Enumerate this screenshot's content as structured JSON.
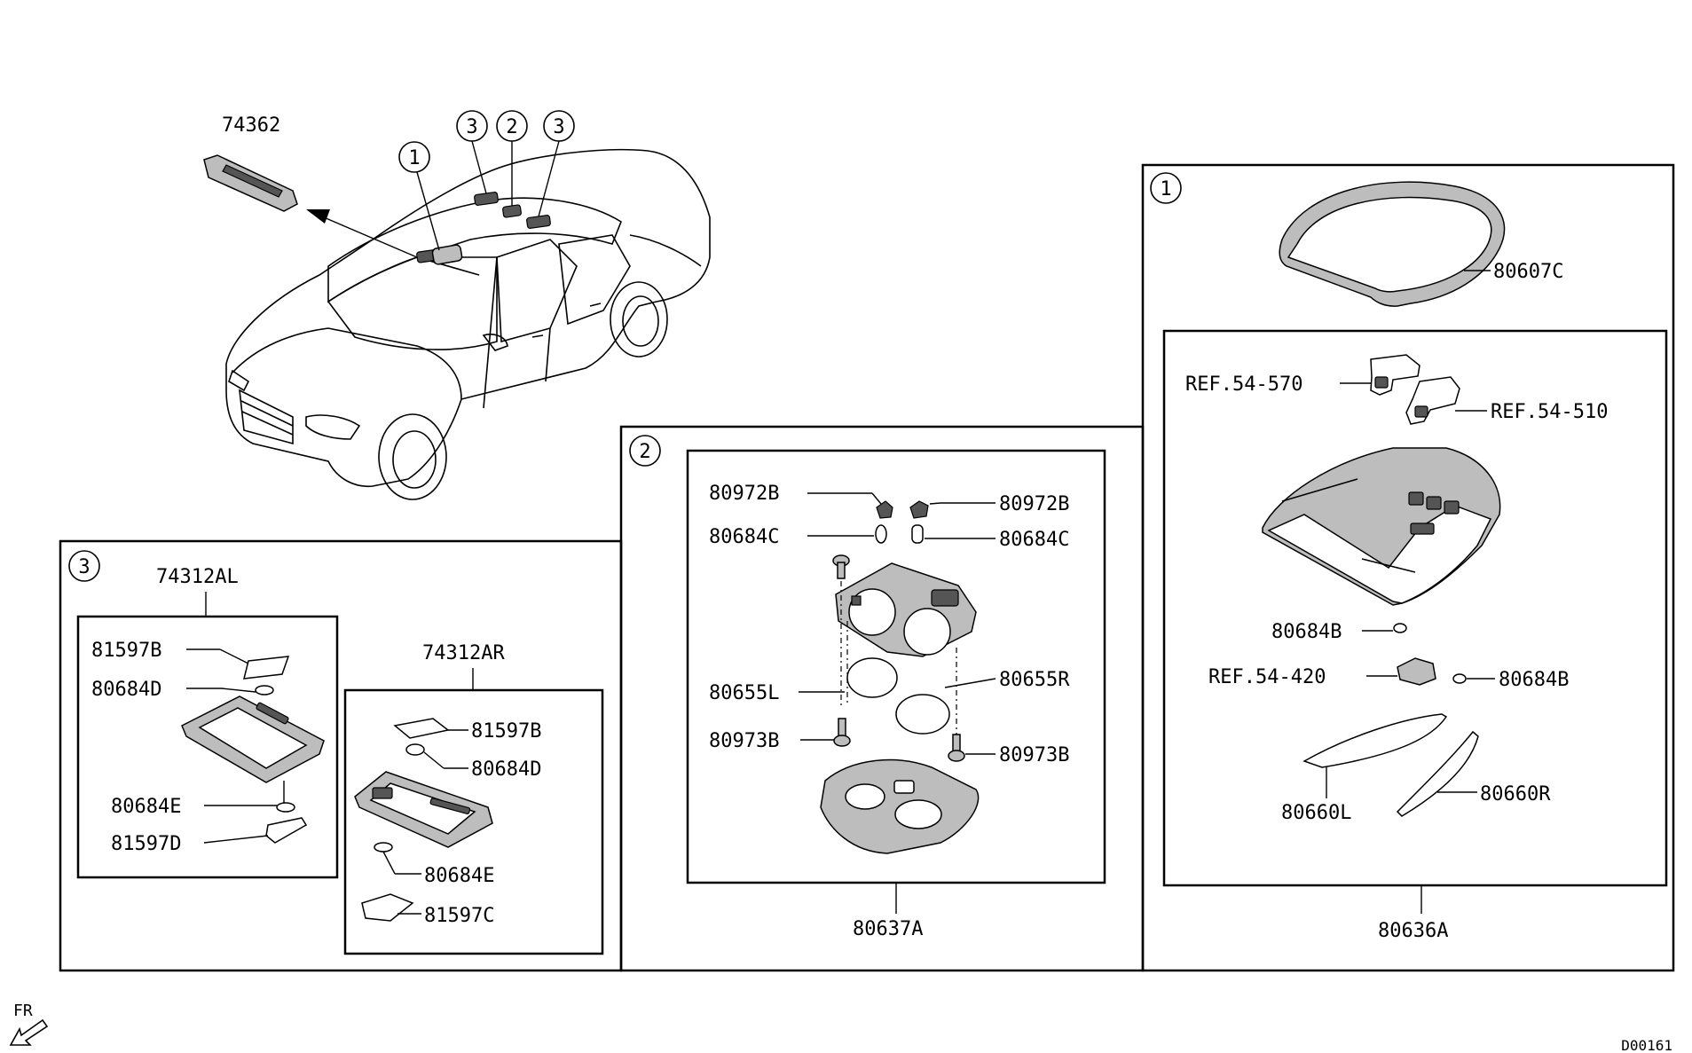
{
  "callouts": {
    "c1_car": "1",
    "c3a_car": "3",
    "c2_car": "2",
    "c3b_car": "3",
    "c1_box": "1",
    "c2_box": "2",
    "c3_box": "3"
  },
  "parts": {
    "p74362": "74362",
    "p80607C": "80607C",
    "pREF54570": "REF.54-570",
    "pREF54510": "REF.54-510",
    "p80684B_l": "80684B",
    "pREF54420": "REF.54-420",
    "p80684B_r": "80684B",
    "p80660L": "80660L",
    "p80660R": "80660R",
    "p80636A": "80636A",
    "p80972B_l": "80972B",
    "p80972B_r": "80972B",
    "p80684C_l": "80684C",
    "p80684C_r": "80684C",
    "p80655L": "80655L",
    "p80655R": "80655R",
    "p80973B_l": "80973B",
    "p80973B_r": "80973B",
    "p80637A": "80637A",
    "p74312AL": "74312AL",
    "p81597B_l": "81597B",
    "p80684D_l": "80684D",
    "p80684E_l": "80684E",
    "p81597D": "81597D",
    "p74312AR": "74312AR",
    "p81597B_r": "81597B",
    "p80684D_r": "80684D",
    "p80684E_r": "80684E",
    "p81597C": "81597C"
  },
  "fr_label": "FR",
  "diagram_code": "D00161"
}
